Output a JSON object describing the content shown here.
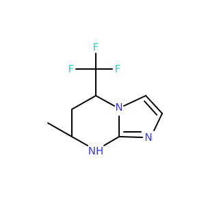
{
  "molecule": {
    "labels": {
      "f_top": "F",
      "f_left": "F",
      "f_right": "F",
      "n_bridge": "N",
      "n_ring": "N",
      "nh": "NH"
    },
    "colors": {
      "bond": "#000000",
      "fluorine": "#33cccc",
      "nitrogen": "#3333ff"
    }
  }
}
